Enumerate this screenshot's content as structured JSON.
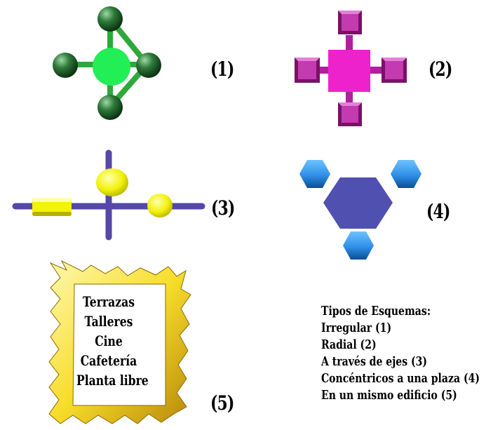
{
  "diagrams": [
    {
      "number": "(1)"
    },
    {
      "number": "(2)"
    },
    {
      "number": "(3)"
    },
    {
      "number": "(4)"
    },
    {
      "number": "(5)"
    }
  ],
  "frame_items": [
    "Terrazas",
    "Talleres",
    "Cine",
    "Cafetería",
    "Planta libre"
  ],
  "legend": {
    "title": "Tipos de Esquemas:",
    "items": [
      "Irregular (1)",
      "Radial (2)",
      "A través de ejes (3)",
      "Concéntricos a una plaza (4)",
      "En un mismo edificio (5)"
    ]
  },
  "colors": {
    "d1_node": "#1f5a2a",
    "d1_center": "#22ee55",
    "d1_link": "#2fa83a",
    "d2_center": "#ee22cc",
    "d2_node": "#b0209c",
    "d3_axis": "#5548a8",
    "d3_node": "#f2f20a",
    "d4_center": "#5050b0",
    "d4_node": "#2f8fe8",
    "d5_frame": "#f7dd2a"
  }
}
